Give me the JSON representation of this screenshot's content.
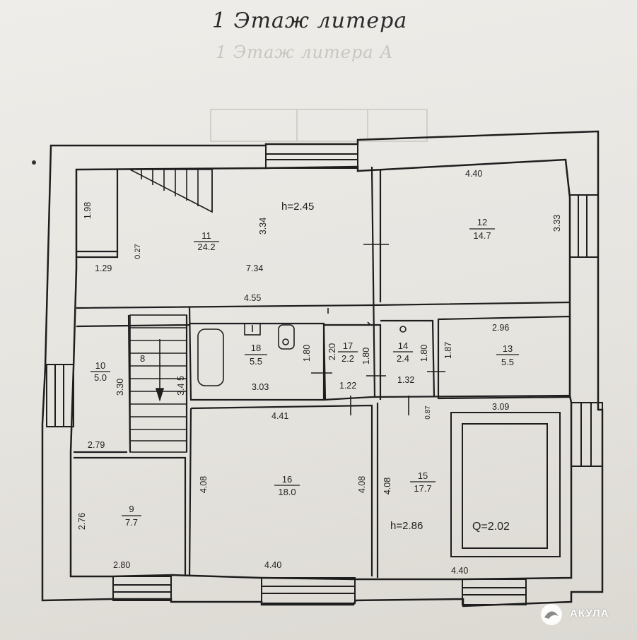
{
  "title": "1 Этаж литера",
  "ghost_title": "1 Этаж литера А",
  "logo_text": "АКУЛА",
  "rooms": [
    {
      "id": "11",
      "num": "11",
      "area": "24.2"
    },
    {
      "id": "12",
      "num": "12",
      "area": "14.7"
    },
    {
      "id": "10",
      "num": "10",
      "area": "5.0"
    },
    {
      "id": "18",
      "num": "18",
      "area": "5.5"
    },
    {
      "id": "17",
      "num": "17",
      "area": "2.2"
    },
    {
      "id": "14",
      "num": "14",
      "area": "2.4"
    },
    {
      "id": "13",
      "num": "13",
      "area": "5.5"
    },
    {
      "id": "16",
      "num": "16",
      "area": "18.0"
    },
    {
      "id": "15",
      "num": "15",
      "area": "17.7"
    },
    {
      "id": "9",
      "num": "9",
      "area": "7.7"
    }
  ],
  "heights": {
    "upper": "h=2.45",
    "lower": "h=2.86"
  },
  "pool_label": "Q=2.02",
  "stair_steps": "8",
  "dims": {
    "d198": "1.98",
    "d129": "1.29",
    "d027": "0.27",
    "d734": "7.34",
    "d334": "3.34",
    "d455": "4.55",
    "d440a": "4.40",
    "d333": "3.33",
    "d330": "3.30",
    "d345": "3.4 5",
    "d279": "2.79",
    "d180a": "1.80",
    "d303": "3.03",
    "d220": "2.20",
    "d180b": "1.80",
    "d122": "1.22",
    "d180c": "1.80",
    "d132": "1.32",
    "d187": "1.87",
    "d296": "2.96",
    "d441": "4.41",
    "d309": "3.09",
    "d087": "0.87",
    "d408a": "4.08",
    "d408b": "4.08",
    "d408c": "4.08",
    "d276": "2.76",
    "d280": "2.80",
    "d440b": "4.40",
    "d440c": "4.40"
  }
}
